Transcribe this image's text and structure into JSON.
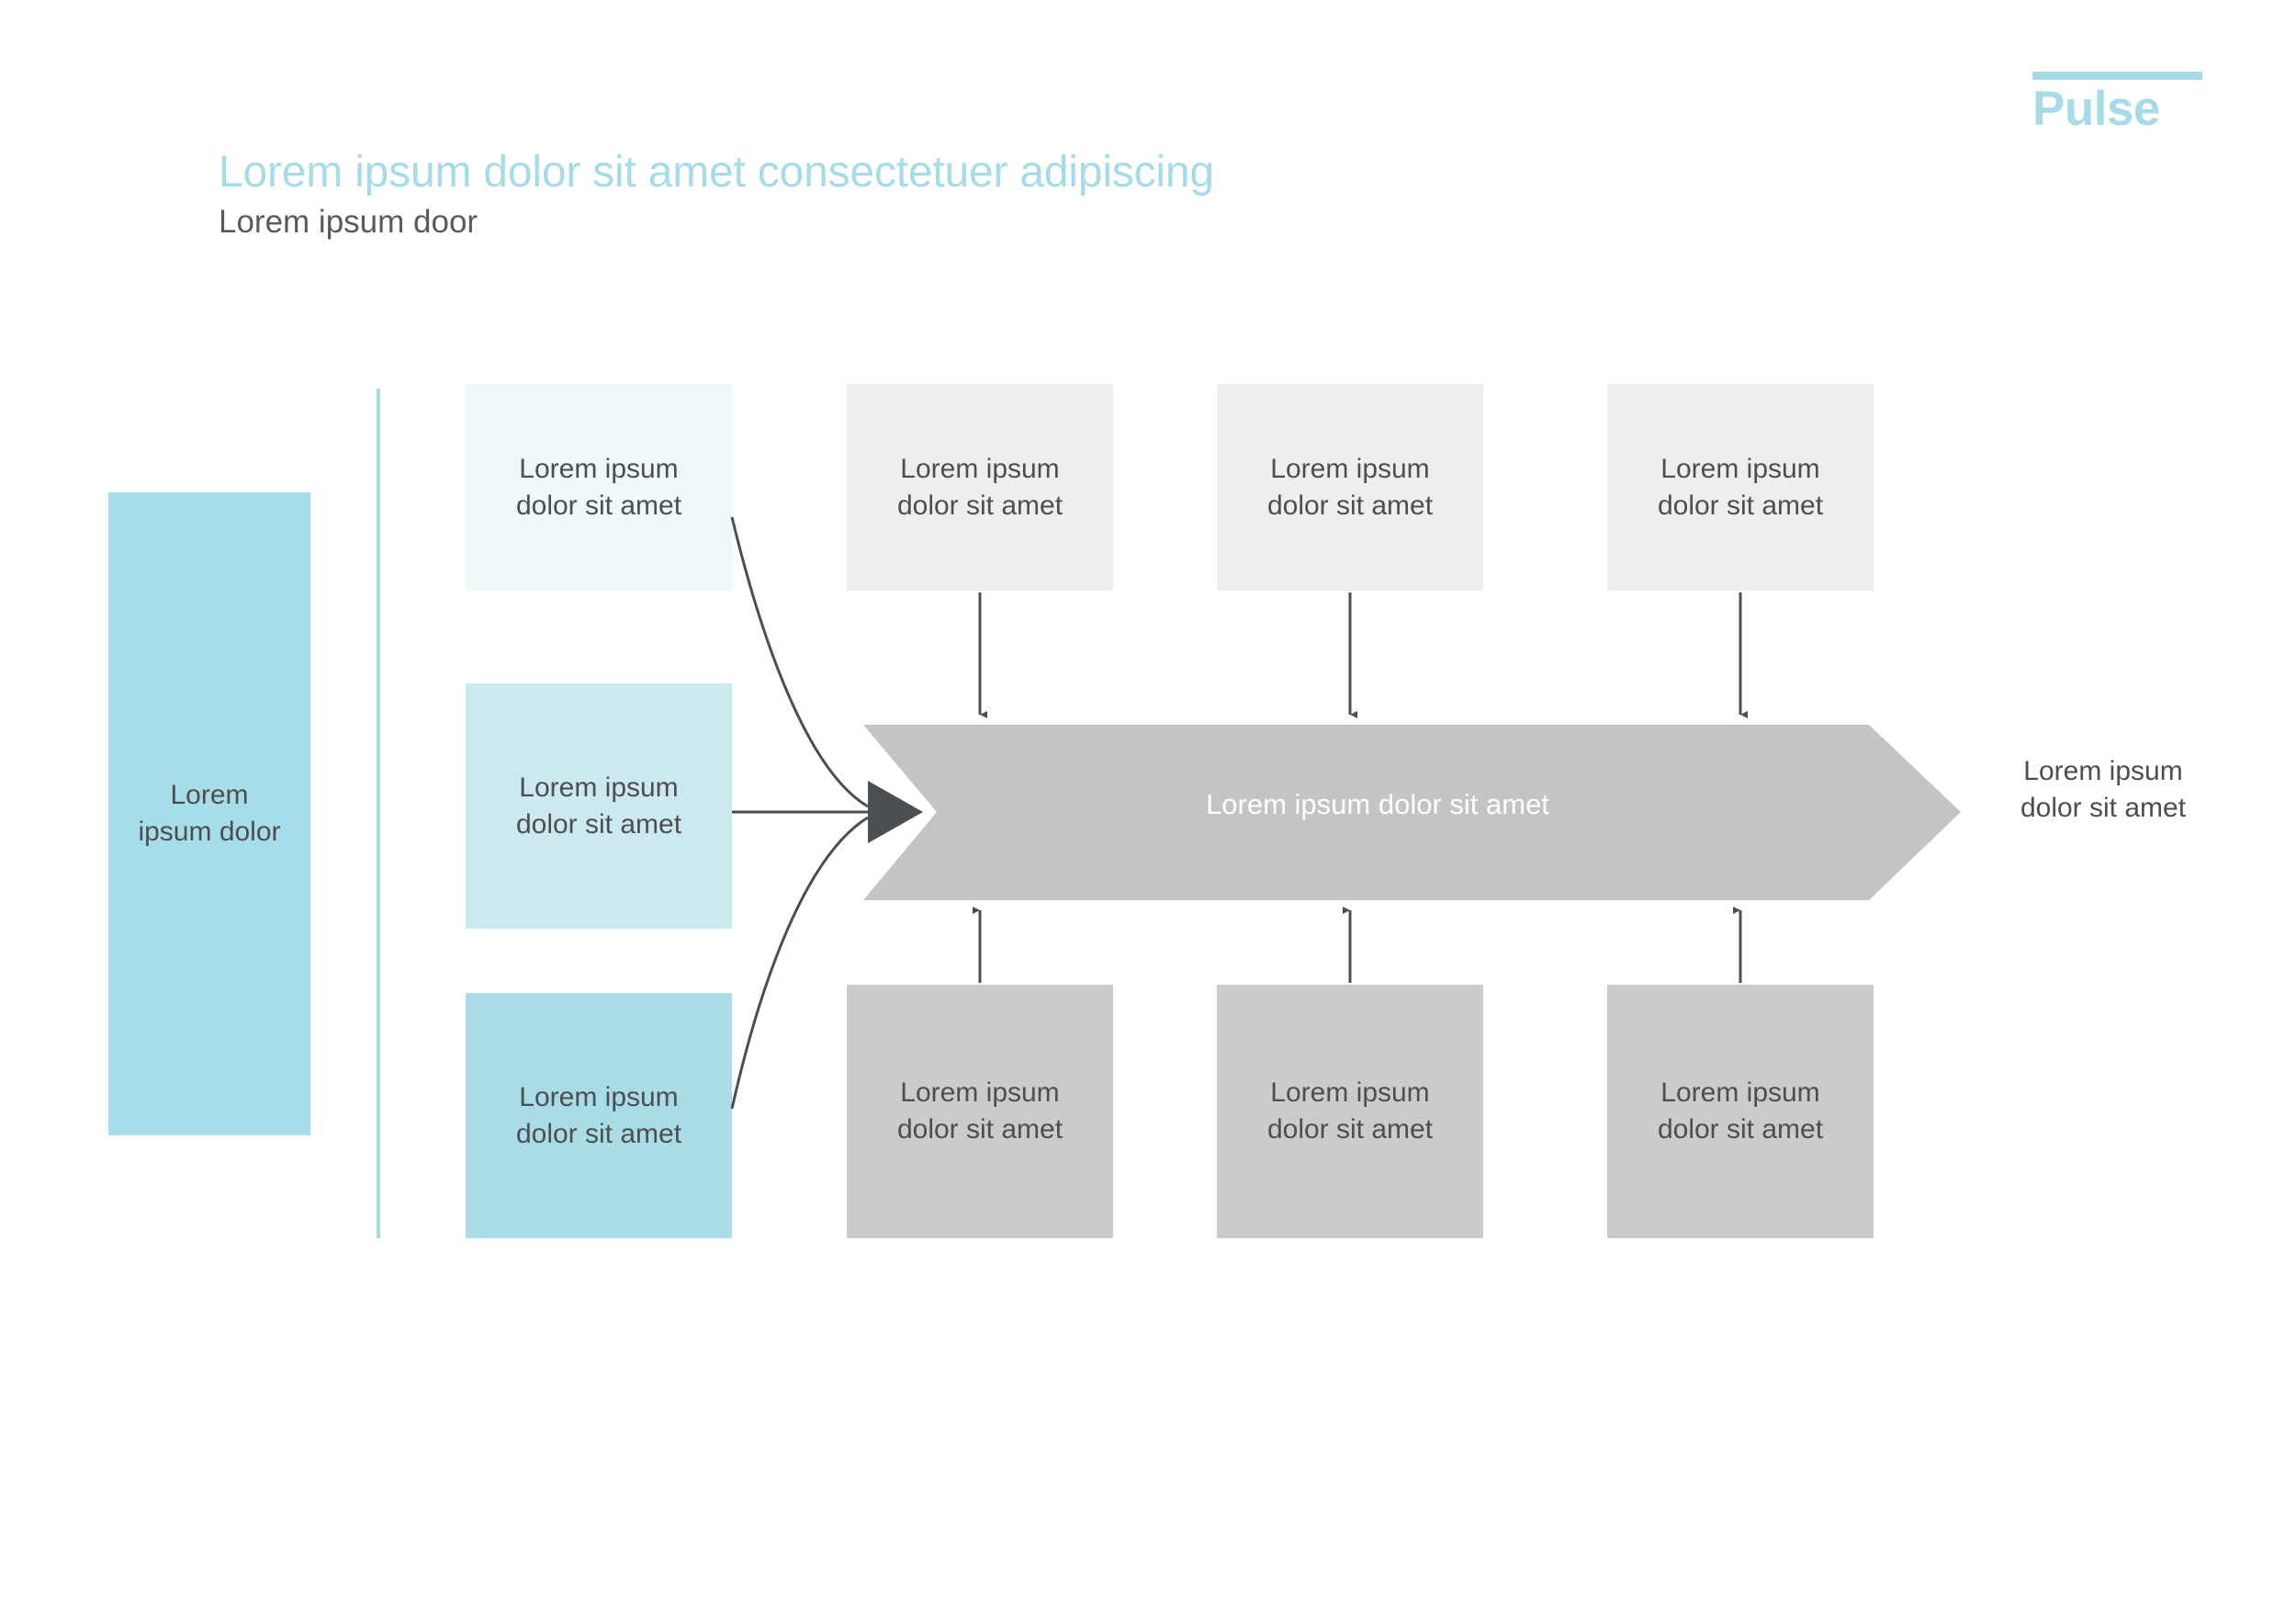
{
  "logo": {
    "text": "Pulse",
    "color": "#a6dbe8"
  },
  "header": {
    "title": "Lorem ipsum dolor sit amet consectetuer adipiscing",
    "subtitle": "Lorem ipsum door",
    "title_color": "#a6dbe8",
    "subtitle_color": "#5a5a5a"
  },
  "diagram": {
    "input_box": {
      "label": "Lorem\nipsum dolor",
      "line1": "Lorem",
      "line2": "ipsum dolor",
      "color": "#a6dde8"
    },
    "stage_boxes": [
      {
        "line1": "Lorem ipsum",
        "line2": "dolor sit amet",
        "color": "#eef8fa"
      },
      {
        "line1": "Lorem ipsum",
        "line2": "dolor sit amet",
        "color": "#cbe9ee"
      },
      {
        "line1": "Lorem ipsum",
        "line2": "dolor sit amet",
        "color": "#a8dde7"
      }
    ],
    "top_boxes": [
      {
        "line1": "Lorem ipsum",
        "line2": "dolor sit amet",
        "color": "#eeeeee"
      },
      {
        "line1": "Lorem ipsum",
        "line2": "dolor sit amet",
        "color": "#eeeeee"
      },
      {
        "line1": "Lorem ipsum",
        "line2": "dolor sit amet",
        "color": "#eeeeee"
      }
    ],
    "bottom_boxes": [
      {
        "line1": "Lorem ipsum",
        "line2": "dolor sit amet",
        "color": "#cbcbcb"
      },
      {
        "line1": "Lorem ipsum",
        "line2": "dolor sit amet",
        "color": "#cbcbcb"
      },
      {
        "line1": "Lorem ipsum",
        "line2": "dolor sit amet",
        "color": "#cbcbcb"
      }
    ],
    "center_arrow": {
      "label": "Lorem ipsum dolor sit amet",
      "color": "#c4c4c4",
      "text_color": "#ffffff"
    },
    "output_label": {
      "line1": "Lorem ipsum",
      "line2": "dolor sit amet"
    },
    "divider_color": "#a6dbe8",
    "connector_color": "#4b4f52"
  }
}
